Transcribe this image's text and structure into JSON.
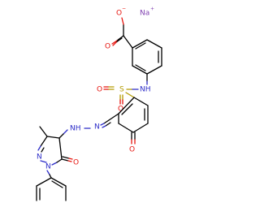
{
  "molecule": {
    "counter_ion": {
      "symbol": "Na",
      "charge": "+"
    },
    "carboxylate": {
      "o_single": "O",
      "o_double": "O",
      "charge": "−"
    },
    "sulfonamide": {
      "nh": "NH",
      "s": "S",
      "o_top": "O",
      "o_bottom": "O"
    },
    "hydrazone": {
      "nh": "NH",
      "n": "N"
    },
    "quinone_o": "O",
    "pyrazolone": {
      "n1": "N",
      "n2": "N",
      "o": "O"
    },
    "colors": {
      "carbon": "#000000",
      "oxygen": "#e6150f",
      "nitrogen": "#2c2cc8",
      "sulfur": "#b39b00",
      "sodium": "#7f3fb0"
    }
  }
}
